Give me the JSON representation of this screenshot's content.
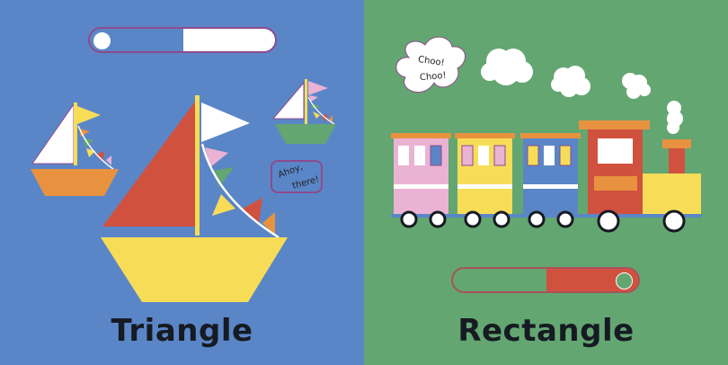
{
  "left_page": {
    "background": "#5a86c7",
    "title": "Triangle",
    "toggle": {
      "state": "left",
      "track_color": "#5a86c7",
      "fill_color": "#ffffff",
      "border_color": "#8e4b8c"
    },
    "speech_bubble": {
      "line1": "Ahoy,",
      "line2": "there!"
    },
    "scene": "sailboats"
  },
  "right_page": {
    "background": "#63a671",
    "title": "Rectangle",
    "toggle": {
      "state": "right",
      "track_color": "#63a671",
      "fill_color": "#d1513f",
      "border_color": "#a8525a"
    },
    "speech_bubble": {
      "line1": "Choo!",
      "line2": "Choo!"
    },
    "scene": "train"
  },
  "colors": {
    "red": "#d1513f",
    "yellow": "#f7dd57",
    "orange": "#e8923f",
    "pink": "#eab3d3",
    "green": "#63a671",
    "blue": "#5a86c7",
    "white": "#ffffff"
  }
}
